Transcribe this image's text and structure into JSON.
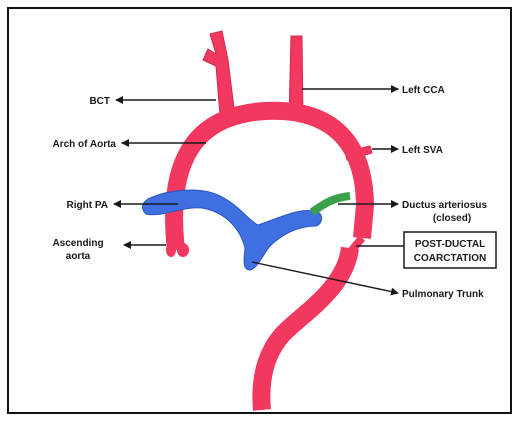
{
  "labels": {
    "bct": "BCT",
    "arch_of_aorta": "Arch of Aorta",
    "right_pa": "Right PA",
    "ascending_aorta_line1": "Ascending",
    "ascending_aorta_line2": "aorta",
    "left_cca": "Left CCA",
    "left_sva": "Left SVA",
    "ductus_line1": "Ductus arteriosus",
    "ductus_line2": "(closed)",
    "coarctation_line1": "POST-DUCTAL",
    "coarctation_line2": "COARCTATION",
    "pulmonary_trunk": "Pulmonary Trunk"
  },
  "colors": {
    "aorta": "#f2385e",
    "pulmonary": "#3f6fe0",
    "ductus": "#3aa04a",
    "ink": "#1a1a1a"
  }
}
